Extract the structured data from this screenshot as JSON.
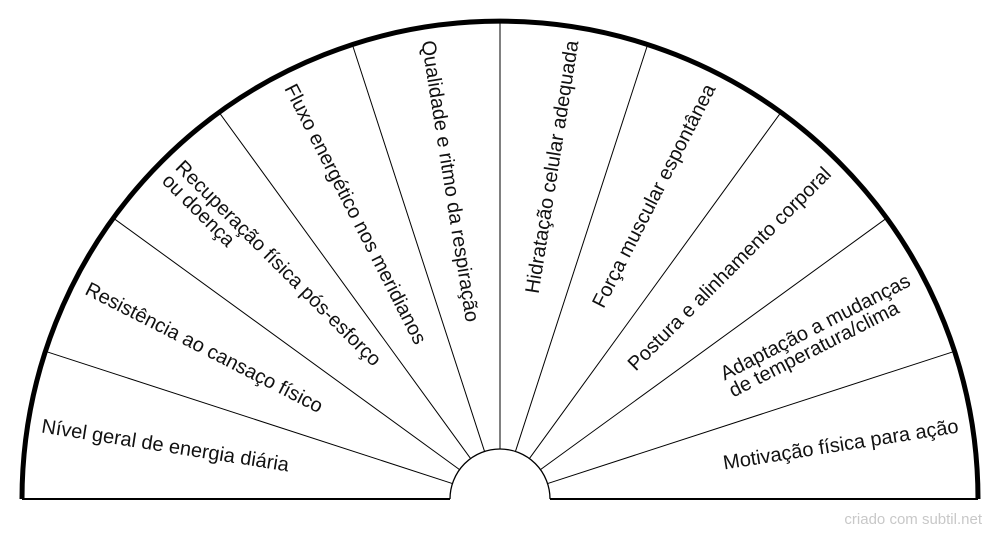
{
  "segments": [
    {
      "lines": [
        "Nível geral de energia diária"
      ]
    },
    {
      "lines": [
        "Resistência ao cansaço físico"
      ]
    },
    {
      "lines": [
        "Recuperação física pós-esforço",
        "ou doença"
      ]
    },
    {
      "lines": [
        "Fluxo energético nos meridianos"
      ]
    },
    {
      "lines": [
        "Qualidade e ritmo da respiração"
      ]
    },
    {
      "lines": [
        "Hidratação celular adequada"
      ]
    },
    {
      "lines": [
        "Força muscular espontânea"
      ]
    },
    {
      "lines": [
        "Postura e alinhamento corporal"
      ]
    },
    {
      "lines": [
        "Adaptação a mudanças",
        "de temperatura/clima"
      ]
    },
    {
      "lines": [
        "Motivação física para ação"
      ]
    }
  ],
  "footer": "criado com subtil.net",
  "colors": {
    "stroke": "#000000",
    "text": "#111111",
    "footer": "#c8c8c8",
    "background": "#ffffff"
  }
}
